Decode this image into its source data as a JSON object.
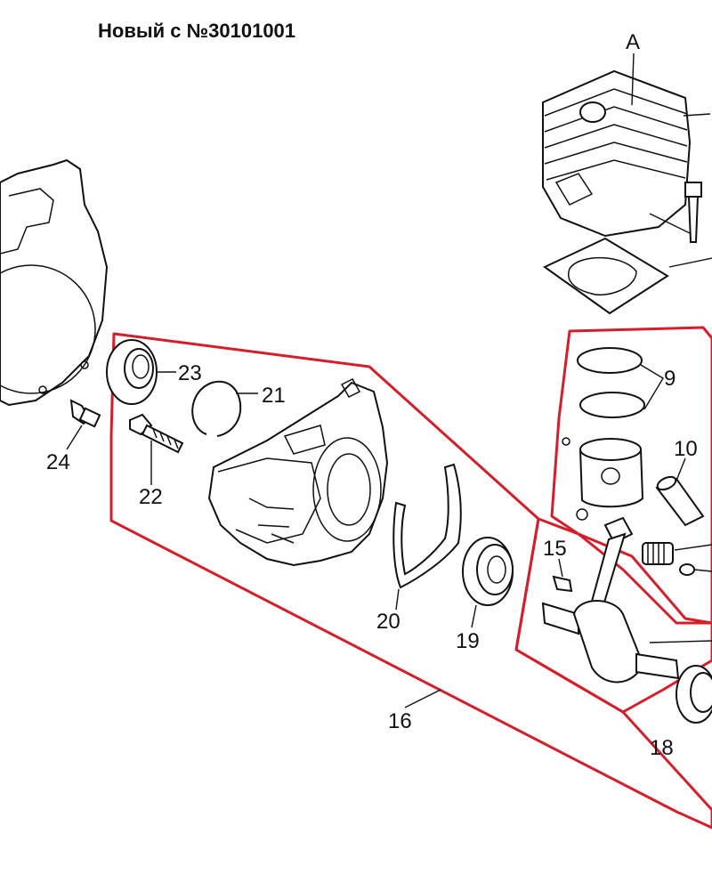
{
  "title": "Новый с №30101001",
  "labels": {
    "A": "A",
    "p9": "9",
    "p10": "10",
    "p15": "15",
    "p16": "16",
    "p18": "18",
    "p19": "19",
    "p20": "20",
    "p21": "21",
    "p22": "22",
    "p23": "23",
    "p24": "24"
  },
  "colors": {
    "outline": "#d41f2b",
    "ink": "#111111"
  }
}
